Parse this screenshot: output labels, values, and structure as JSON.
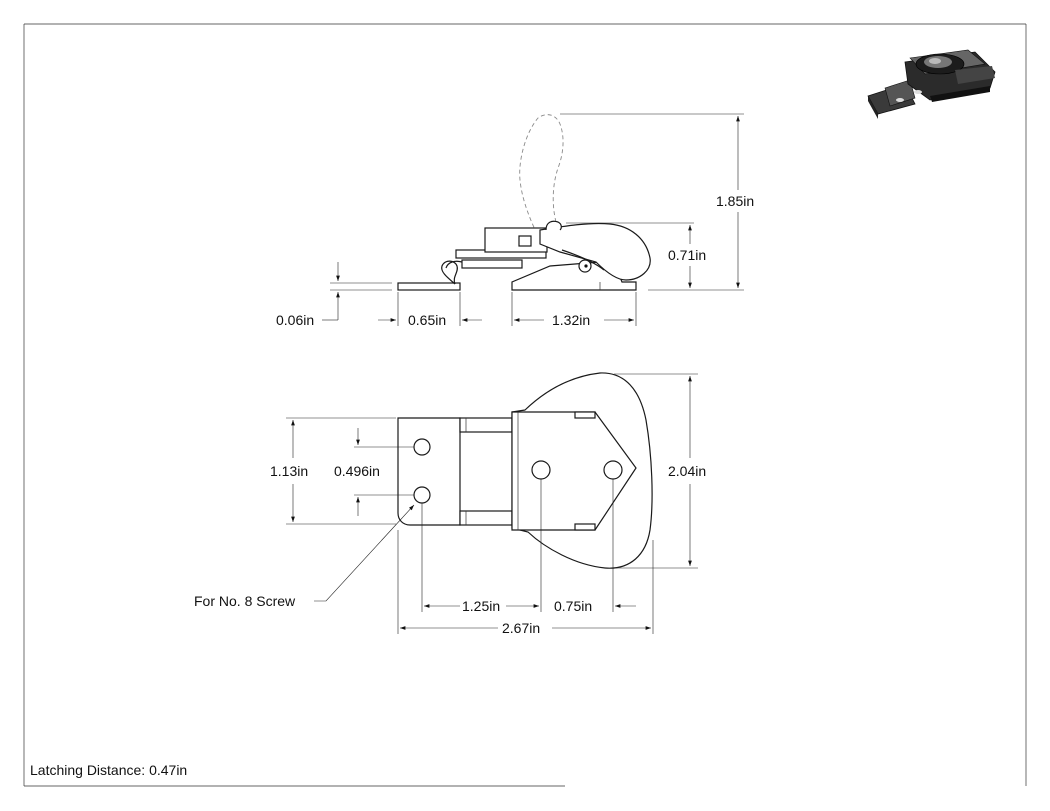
{
  "drawing": {
    "side_view": {
      "height_total": "1.85in",
      "height_body": "0.71in",
      "thickness": "0.06in",
      "keeper_length": "0.65in",
      "base_length": "1.32in"
    },
    "top_view": {
      "keeper_height": "1.13in",
      "hole_spacing": "0.496in",
      "overall_height": "2.04in",
      "screw_note": "For No. 8 Screw",
      "hole_to_hole": "1.25in",
      "hole_to_edge": "0.75in",
      "overall_length": "2.67in"
    },
    "latching_distance": "Latching Distance: 0.47in"
  }
}
